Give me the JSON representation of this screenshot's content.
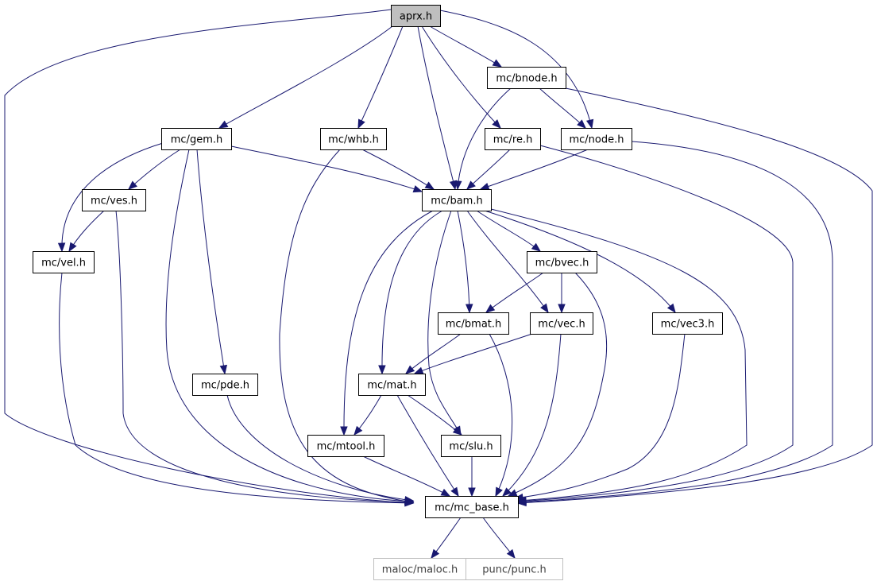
{
  "graph": {
    "colors": {
      "edge": "#191970",
      "root_fill": "#bfbfbf",
      "node_border": "#000000",
      "external_border": "#bfbfbf",
      "external_text": "#404040"
    },
    "nodes": [
      {
        "id": "aprx",
        "label": "aprx.h",
        "kind": "root"
      },
      {
        "id": "bnode",
        "label": "mc/bnode.h"
      },
      {
        "id": "gem",
        "label": "mc/gem.h"
      },
      {
        "id": "whb",
        "label": "mc/whb.h"
      },
      {
        "id": "re",
        "label": "mc/re.h"
      },
      {
        "id": "node",
        "label": "mc/node.h"
      },
      {
        "id": "ves",
        "label": "mc/ves.h"
      },
      {
        "id": "bam",
        "label": "mc/bam.h"
      },
      {
        "id": "vel",
        "label": "mc/vel.h"
      },
      {
        "id": "bvec",
        "label": "mc/bvec.h"
      },
      {
        "id": "bmat",
        "label": "mc/bmat.h"
      },
      {
        "id": "vec",
        "label": "mc/vec.h"
      },
      {
        "id": "vec3",
        "label": "mc/vec3.h"
      },
      {
        "id": "pde",
        "label": "mc/pde.h"
      },
      {
        "id": "mat",
        "label": "mc/mat.h"
      },
      {
        "id": "mtool",
        "label": "mc/mtool.h"
      },
      {
        "id": "slu",
        "label": "mc/slu.h"
      },
      {
        "id": "mcbase",
        "label": "mc/mc_base.h"
      },
      {
        "id": "maloc",
        "label": "maloc/maloc.h",
        "kind": "external"
      },
      {
        "id": "punc",
        "label": "punc/punc.h",
        "kind": "external"
      }
    ],
    "edges": [
      {
        "from": "aprx",
        "to": "mcbase"
      },
      {
        "from": "aprx",
        "to": "gem"
      },
      {
        "from": "aprx",
        "to": "whb"
      },
      {
        "from": "aprx",
        "to": "bam"
      },
      {
        "from": "aprx",
        "to": "re"
      },
      {
        "from": "aprx",
        "to": "bnode"
      },
      {
        "from": "aprx",
        "to": "node"
      },
      {
        "from": "bnode",
        "to": "bam"
      },
      {
        "from": "bnode",
        "to": "node"
      },
      {
        "from": "bnode",
        "to": "mcbase"
      },
      {
        "from": "gem",
        "to": "vel"
      },
      {
        "from": "gem",
        "to": "ves"
      },
      {
        "from": "gem",
        "to": "mcbase"
      },
      {
        "from": "gem",
        "to": "pde"
      },
      {
        "from": "gem",
        "to": "bam"
      },
      {
        "from": "whb",
        "to": "mcbase"
      },
      {
        "from": "whb",
        "to": "bam"
      },
      {
        "from": "re",
        "to": "bam"
      },
      {
        "from": "re",
        "to": "mcbase"
      },
      {
        "from": "node",
        "to": "bam"
      },
      {
        "from": "node",
        "to": "mcbase"
      },
      {
        "from": "ves",
        "to": "vel"
      },
      {
        "from": "ves",
        "to": "mcbase"
      },
      {
        "from": "vel",
        "to": "mcbase"
      },
      {
        "from": "bam",
        "to": "mtool"
      },
      {
        "from": "bam",
        "to": "mat"
      },
      {
        "from": "bam",
        "to": "slu"
      },
      {
        "from": "bam",
        "to": "bmat"
      },
      {
        "from": "bam",
        "to": "vec"
      },
      {
        "from": "bam",
        "to": "bvec"
      },
      {
        "from": "bam",
        "to": "vec3"
      },
      {
        "from": "bam",
        "to": "mcbase"
      },
      {
        "from": "bvec",
        "to": "bmat"
      },
      {
        "from": "bvec",
        "to": "vec"
      },
      {
        "from": "bvec",
        "to": "mcbase"
      },
      {
        "from": "bmat",
        "to": "mat"
      },
      {
        "from": "bmat",
        "to": "mcbase"
      },
      {
        "from": "vec",
        "to": "mat"
      },
      {
        "from": "vec",
        "to": "mcbase"
      },
      {
        "from": "vec3",
        "to": "mcbase"
      },
      {
        "from": "pde",
        "to": "mcbase"
      },
      {
        "from": "mat",
        "to": "mtool"
      },
      {
        "from": "mat",
        "to": "slu"
      },
      {
        "from": "mat",
        "to": "mcbase"
      },
      {
        "from": "mtool",
        "to": "mcbase"
      },
      {
        "from": "slu",
        "to": "mcbase"
      },
      {
        "from": "mcbase",
        "to": "maloc"
      },
      {
        "from": "mcbase",
        "to": "punc"
      }
    ]
  }
}
